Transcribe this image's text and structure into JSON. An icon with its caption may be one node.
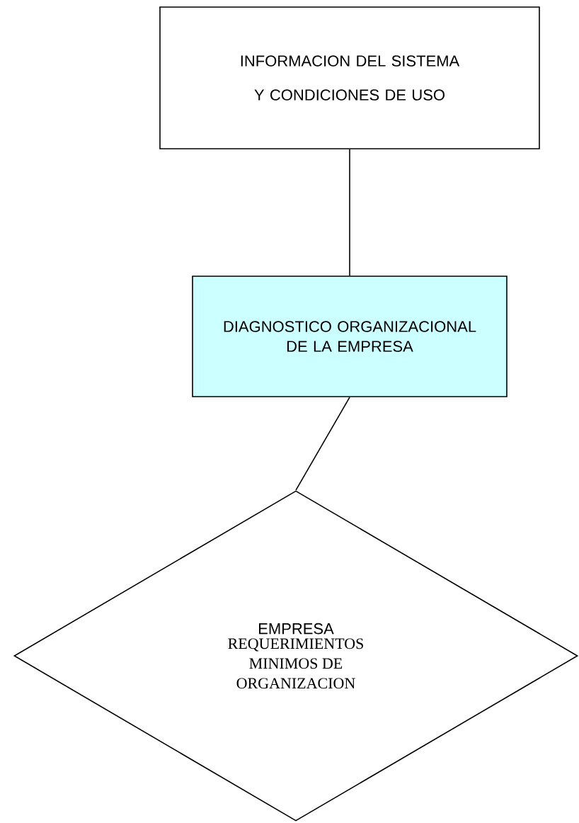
{
  "diagram": {
    "nodes": [
      {
        "text": [
          "INFORMACION DEL SISTEMA Y CONDICIONES DE USO"
        ]
      },
      {
        "text": [
          "DIAGNOSTICO ORGANIZACIONAL DE LA EMPRESA"
        ]
      },
      {
        "text": [
          "EMPRESA",
          "REQUERIMIENTOS MINIMOS DE ORGANIZACION"
        ]
      }
    ],
    "edges": [
      {
        "from": 0,
        "to": 1,
        "arrow": "none"
      },
      {
        "from": 1,
        "to": 2,
        "arrow": "none"
      }
    ]
  }
}
